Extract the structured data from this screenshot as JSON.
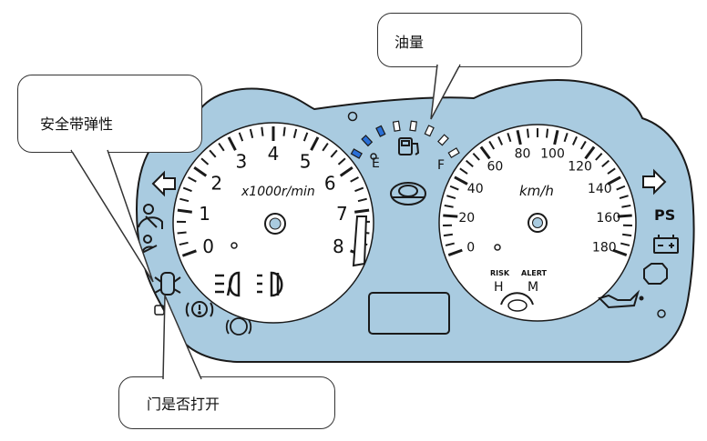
{
  "callouts": {
    "seatbelt": "安全带弹性",
    "fuel": "油量",
    "door": "门是否打开"
  },
  "tachometer": {
    "ticks": [
      "0",
      "1",
      "2",
      "3",
      "4",
      "5",
      "6",
      "7",
      "8"
    ],
    "unit": "x1000r/min"
  },
  "speedometer": {
    "ticks": [
      "0",
      "20",
      "40",
      "60",
      "80",
      "100",
      "120",
      "140",
      "160",
      "180"
    ],
    "unit": "km/h"
  },
  "fuel_gauge": {
    "empty_label": "E",
    "full_label": "F"
  },
  "indicators": {
    "power_steering": "PS",
    "risk_label": "RISK",
    "alert_label": "ALERT",
    "h_label": "H",
    "m_label": "M"
  },
  "colors": {
    "panel": "#a9cbe0",
    "outline": "#1a1a1a",
    "fuel_lit": "#2a6fd6"
  }
}
